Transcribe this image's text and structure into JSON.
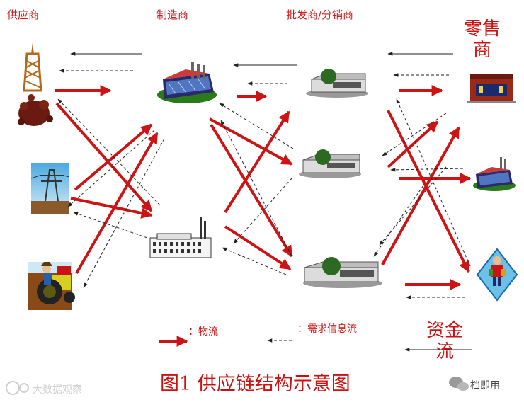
{
  "headers": {
    "supplier": "供应商",
    "manufacturer": "制造商",
    "wholesaler": "批发商/分销商"
  },
  "retailer_label": [
    "零售",
    "商"
  ],
  "fund_flow_label": [
    "资金",
    "流"
  ],
  "legend": {
    "material_flow": "：物流",
    "info_flow": "：需求信息流"
  },
  "caption": "图1    供应链结构示意图",
  "watermark_left": "大数据观察",
  "watermark_right": "档即用",
  "colors": {
    "red_arrow": "#cc1414",
    "dashed_arrow": "#222222",
    "label_red": "#d11a1a"
  },
  "icons": [
    "oil-derrick-icon",
    "power-tower-icon",
    "farmer-tractor-icon",
    "factory-large-icon",
    "factory-building-icon",
    "warehouse-icon",
    "retail-store-icon",
    "shopper-icon"
  ]
}
